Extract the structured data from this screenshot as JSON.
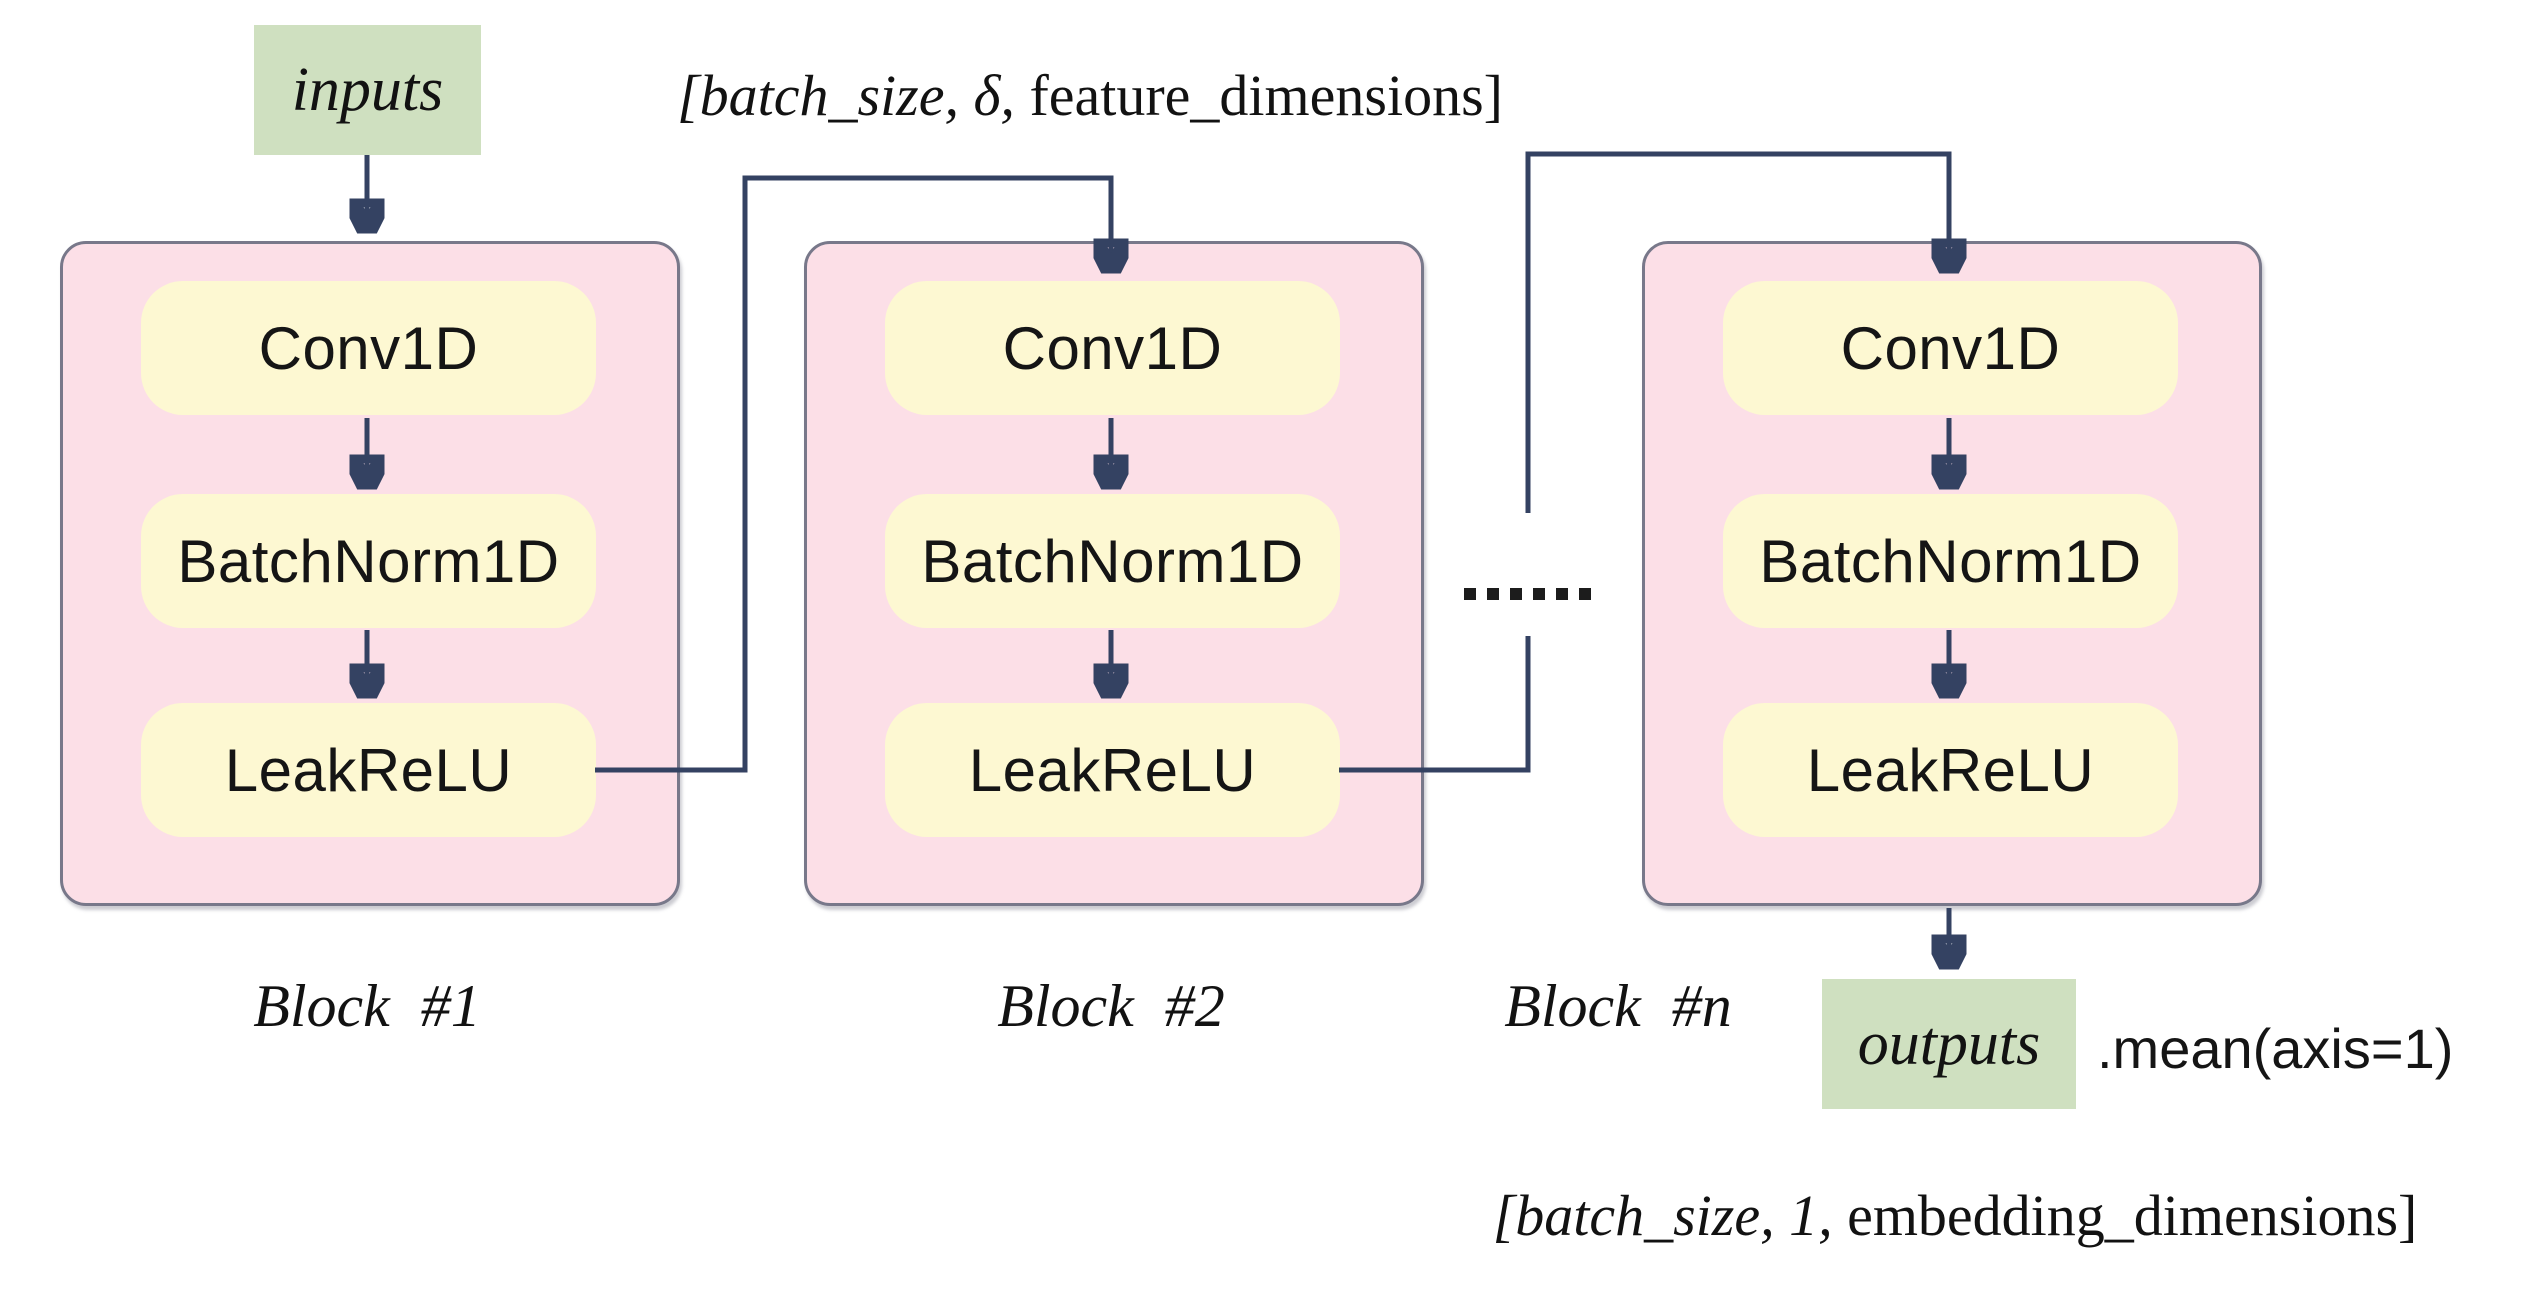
{
  "diagram": {
    "title_semantics": "1D CNN embedding network block diagram",
    "input_label": "inputs",
    "output_label": "outputs",
    "mean_label": ".mean(axis=1)",
    "dots": "......",
    "top_annotation": {
      "prefix_italic": "[batch_size, δ,",
      "suffix_regular": " feature_dimensions]"
    },
    "bottom_annotation": {
      "prefix_italic": "[batch_size, 1,",
      "suffix_regular": " embedding_dimensions]"
    },
    "blocks": [
      {
        "label": "Block #1",
        "layers": [
          "Conv1D",
          "BatchNorm1D",
          "LeakReLU"
        ]
      },
      {
        "label": "Block #2",
        "layers": [
          "Conv1D",
          "BatchNorm1D",
          "LeakReLU"
        ]
      },
      {
        "label": "Block #n",
        "layers": [
          "Conv1D",
          "BatchNorm1D",
          "LeakReLU"
        ]
      }
    ],
    "colors": {
      "block_fill": "#fcdfe7",
      "block_border": "#78788a",
      "layer_fill": "#fdf8d2",
      "io_fill": "#cfe0c0",
      "wire": "#344262",
      "text": "#121212"
    }
  }
}
